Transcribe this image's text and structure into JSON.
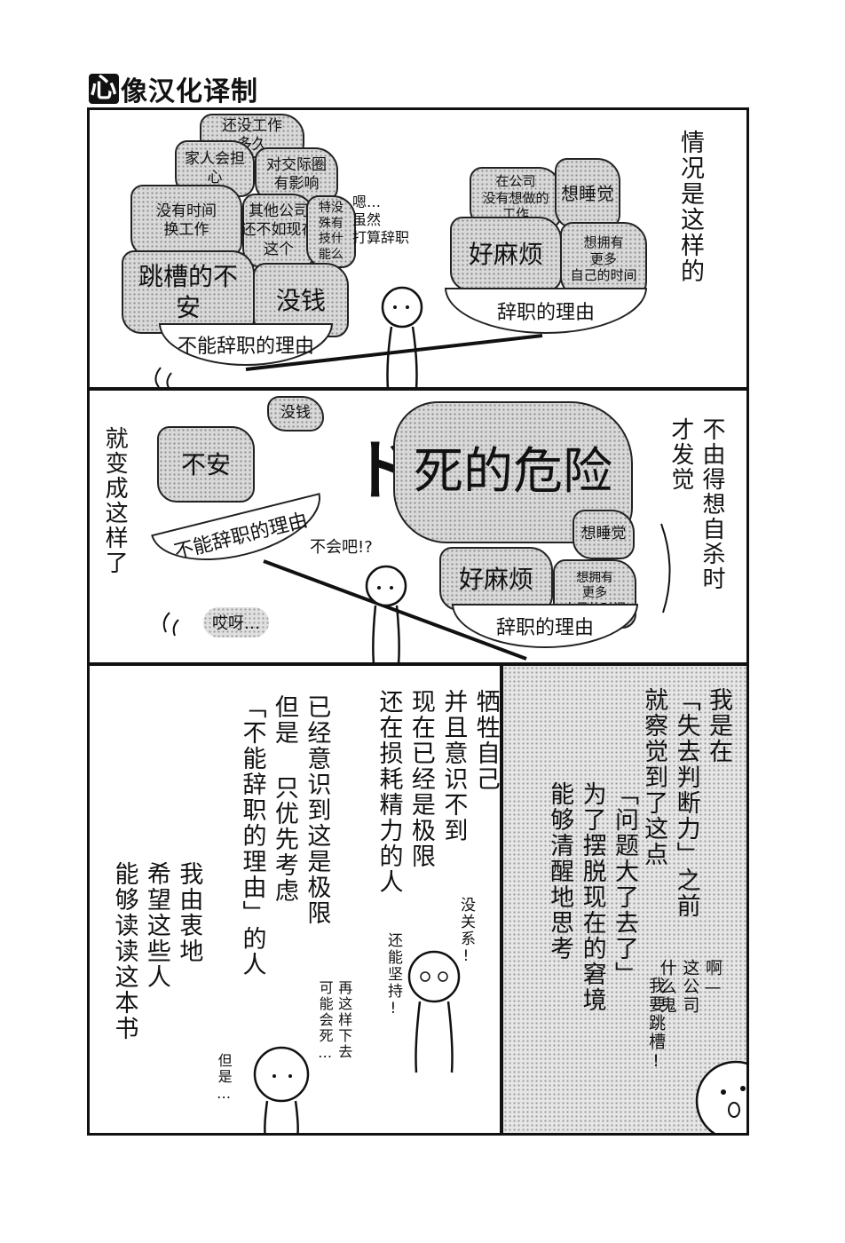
{
  "credit": {
    "badge": "心",
    "text": "像汉化译制"
  },
  "panel1": {
    "narration": "情况是这样的",
    "murmur": "嗯…\n虽然\n打算辞职",
    "left_bowl_label": "不能辞职的理由",
    "right_bowl_label": "辞职的理由",
    "left_rocks": [
      "还没工作\n多久",
      "家人会担心",
      "对交际圈\n有影响",
      "没有时间\n换工作",
      "其他公司\n还不如现在\n这个",
      "特没\n殊有\n技什\n能么",
      "跳槽的不安",
      "没钱"
    ],
    "right_rocks": [
      "在公司\n没有想做的\n工作",
      "想睡觉",
      "好麻烦",
      "想拥有\n更多\n自己的时间"
    ]
  },
  "panel2": {
    "narration_right": "不由得想自杀时\n才发觉",
    "narration_left": "就变成这样了",
    "sfx": "ド",
    "left_rocks": [
      "没钱",
      "不安"
    ],
    "left_bowl_label": "不能辞职的理由",
    "exclaim": "不会吧!?",
    "sigh": "哎呀…",
    "right_rocks": [
      "死的危险",
      "想睡觉",
      "好麻烦",
      "想拥有\n更多\n自己的时间"
    ],
    "right_bowl_label": "辞职的理由"
  },
  "panel3": {
    "text_a": "牺牲自己\n并且意识不到\n现在已经是极限\n还在损耗精力的人",
    "text_b": "已经意识到这是极限\n但是 只优先考虑\n「不能辞职的理由」的人",
    "text_c": "我由衷地\n希望这些人\n能够读读这本书",
    "bubbles": [
      "没关系!",
      "还能坚持!",
      "再这样下去\n可能会死…",
      "但是…"
    ]
  },
  "panel4": {
    "text_a": "我是在\n「失去判断力」之前\n就察觉到了这点",
    "text_b": "「问题大了去了」\n为了摆脱现在的窘境\n能够清醒地思考",
    "speech": "啊—\n这公司\n什么鬼",
    "speech2": "我要跳槽!"
  }
}
